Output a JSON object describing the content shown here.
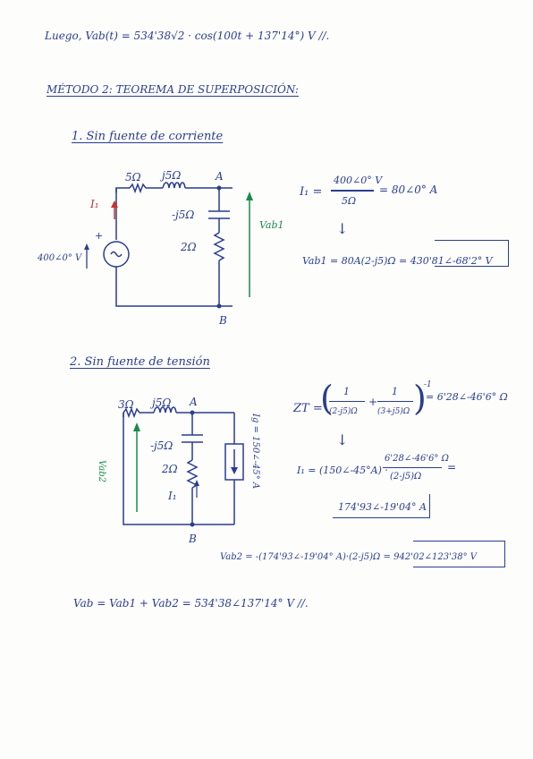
{
  "intro": {
    "text": "Luego, Vab(t) = 534'38√2 · cos(100t + 137'14°) V //."
  },
  "method2": {
    "heading": "MÉTODO 2: TEOREMA DE SUPERPOSICIÓN:"
  },
  "part1": {
    "title": "1. Sin fuente de corriente",
    "circuit": {
      "r_series": "5Ω",
      "l_series": "j5Ω",
      "node_a": "A",
      "cap": "-j5Ω",
      "r_branch": "2Ω",
      "node_b": "B",
      "current": "I₁",
      "source": "400∠0° V",
      "plus": "+",
      "voltage": "Vab1"
    },
    "eq_i1_lhs": "I₁ =",
    "eq_i1_num": "400∠0° V",
    "eq_i1_den": "5Ω",
    "eq_i1_result": "= 80∠0° A",
    "eq_arrow": "↓",
    "eq_vab1": "Vab1 = 80A(2-j5)Ω = 430'81∠-68'2° V"
  },
  "part2": {
    "title": "2. Sin fuente de tensión",
    "circuit": {
      "r_series": "3Ω",
      "l_series": "j5Ω",
      "node_a": "A",
      "cap": "-j5Ω",
      "r_branch": "2Ω",
      "node_b": "B",
      "current": "I₁",
      "source": "Ig = 150∠-45° A",
      "voltage": "Vab2"
    },
    "eq_zt_lhs": "ZT =",
    "eq_zt_frac1_num": "1",
    "eq_zt_frac1_den": "(2-j5)Ω",
    "eq_zt_plus": "+",
    "eq_zt_frac2_num": "1",
    "eq_zt_frac2_den": "(3+j5)Ω",
    "eq_zt_exp": "-1",
    "eq_zt_result": "= 6'28∠-46'6° Ω",
    "eq_arrow": "↓",
    "eq_i1_lhs": "I₁ = (150∠-45°A) ·",
    "eq_i1_num": "6'28∠-46'6° Ω",
    "eq_i1_den": "(2-j5)Ω",
    "eq_i1_eq": "=",
    "eq_i1_result": "174'93∠-19'04° A",
    "eq_vab2": "Vab2 = -(174'93∠-19'04° A)·(2-j5)Ω = 942'02∠123'38° V"
  },
  "final": {
    "text": "Vab = Vab1 + Vab2 = 534'38∠137'14° V //."
  }
}
